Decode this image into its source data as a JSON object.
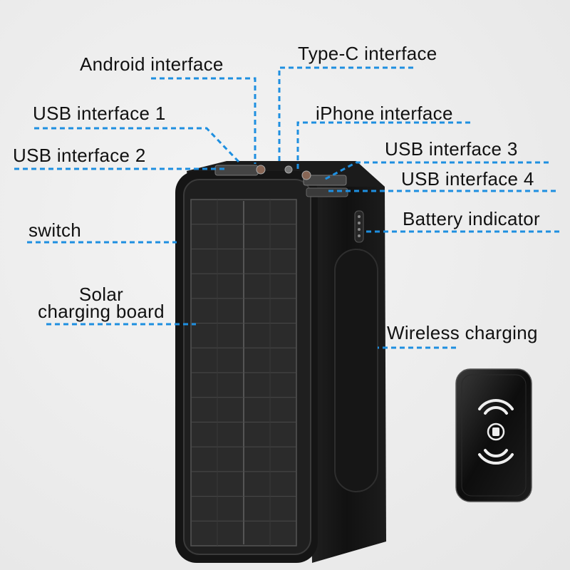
{
  "labels": {
    "android": "Android interface",
    "type_c": "Type-C interface",
    "usb1": "USB interface 1",
    "iphone": "iPhone interface",
    "usb2": "USB interface 2",
    "usb3": "USB interface 3",
    "usb4": "USB interface 4",
    "switch": "switch",
    "battery": "Battery indicator",
    "solar_line1": "Solar",
    "solar_line2": "charging board",
    "wireless": "Wireless charging"
  },
  "colors": {
    "leader_line": "#1e8fe0",
    "body": "#141414",
    "panel": "#2a2a2a"
  }
}
